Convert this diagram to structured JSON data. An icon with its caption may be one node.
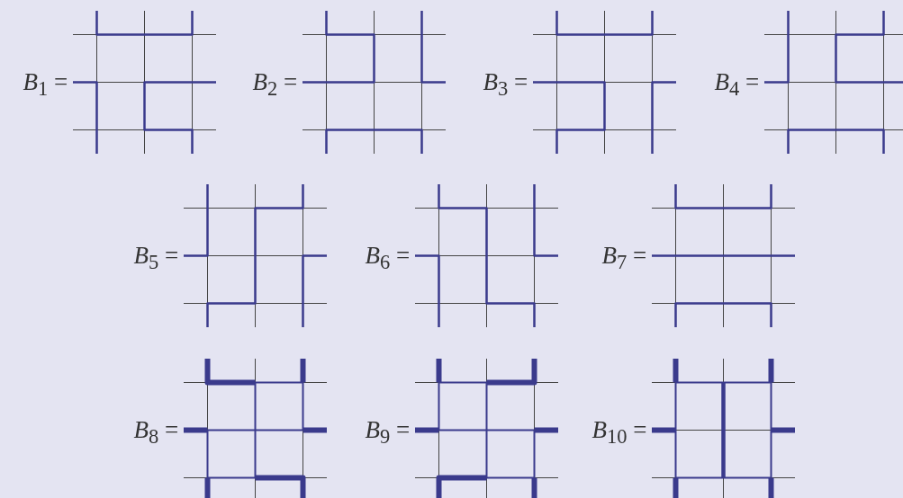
{
  "diagram": {
    "labels": [
      "*B*$_{1}$ =",
      "*B*$_{2}$ =",
      "*B*$_{3}$ =",
      "*B*$_{4}$ =",
      "*B*$_{5}$ =",
      "*B*$_{6}$ =",
      "*B*$_{7}$ =",
      "*B*$_{8}$ =",
      "*B*$_{9}$ =",
      "*B*$_{10}$ ="
    ]
  }
}
